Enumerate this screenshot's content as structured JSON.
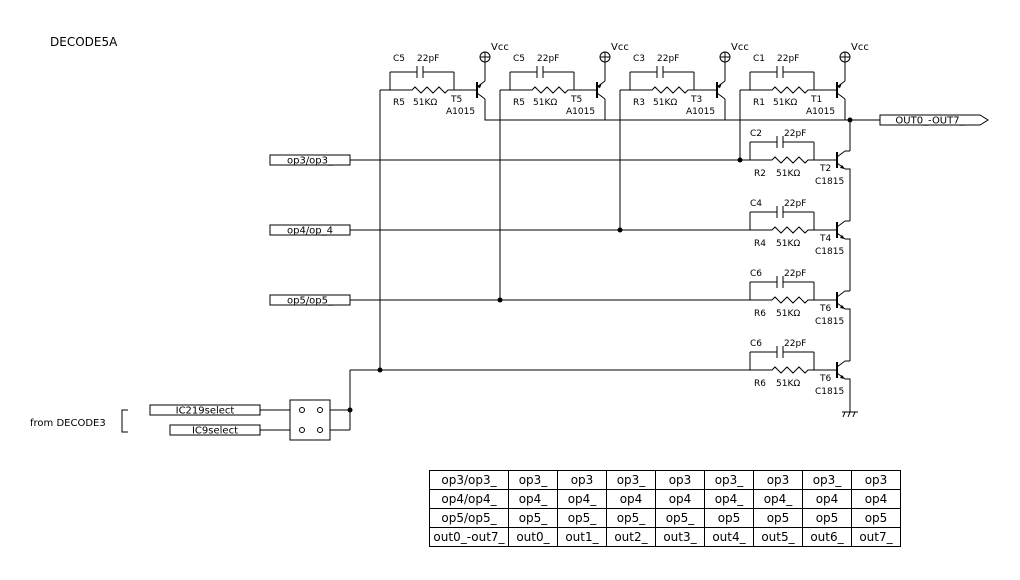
{
  "title": "DECODE5A",
  "source_label": "from DECODE3",
  "supply_label": "Vcc",
  "input_labels": [
    "op3/op3_",
    "op4/op_4",
    "op5/op5_"
  ],
  "select_labels": [
    "IC219select",
    "IC9select"
  ],
  "output_label": "OUT0_-OUT7_",
  "top_stages": [
    {
      "cap": "C5",
      "cap_value": "22pF",
      "res": "R5",
      "res_value": "51KΩ",
      "transistor": "T5",
      "part": "A1015"
    },
    {
      "cap": "C5",
      "cap_value": "22pF",
      "res": "R5",
      "res_value": "51KΩ",
      "transistor": "T5",
      "part": "A1015"
    },
    {
      "cap": "C3",
      "cap_value": "22pF",
      "res": "R3",
      "res_value": "51KΩ",
      "transistor": "T3",
      "part": "A1015"
    },
    {
      "cap": "C1",
      "cap_value": "22pF",
      "res": "R1",
      "res_value": "51KΩ",
      "transistor": "T1",
      "part": "A1015"
    }
  ],
  "column_stages": [
    {
      "cap": "C2",
      "cap_value": "22pF",
      "res": "R2",
      "res_value": "51KΩ",
      "transistor": "T2",
      "part": "C1815"
    },
    {
      "cap": "C4",
      "cap_value": "22pF",
      "res": "R4",
      "res_value": "51KΩ",
      "transistor": "T4",
      "part": "C1815"
    },
    {
      "cap": "C6",
      "cap_value": "22pF",
      "res": "R6",
      "res_value": "51KΩ",
      "transistor": "T6",
      "part": "C1815"
    },
    {
      "cap": "C6",
      "cap_value": "22pF",
      "res": "R6",
      "res_value": "51KΩ",
      "transistor": "T6",
      "part": "C1815"
    }
  ],
  "truth_table": [
    [
      "op3/op3_",
      "op3_",
      "op3",
      "op3_",
      "op3",
      "op3_",
      "op3",
      "op3_",
      "op3"
    ],
    [
      "op4/op4_",
      "op4_",
      "op4_",
      "op4",
      "op4",
      "op4_",
      "op4_",
      "op4",
      "op4"
    ],
    [
      "op5/op5_",
      "op5_",
      "op5_",
      "op5_",
      "op5_",
      "op5",
      "op5",
      "op5",
      "op5"
    ],
    [
      "out0_-out7_",
      "out0_",
      "out1_",
      "out2_",
      "out3_",
      "out4_",
      "out5_",
      "out6_",
      "out7_"
    ]
  ]
}
